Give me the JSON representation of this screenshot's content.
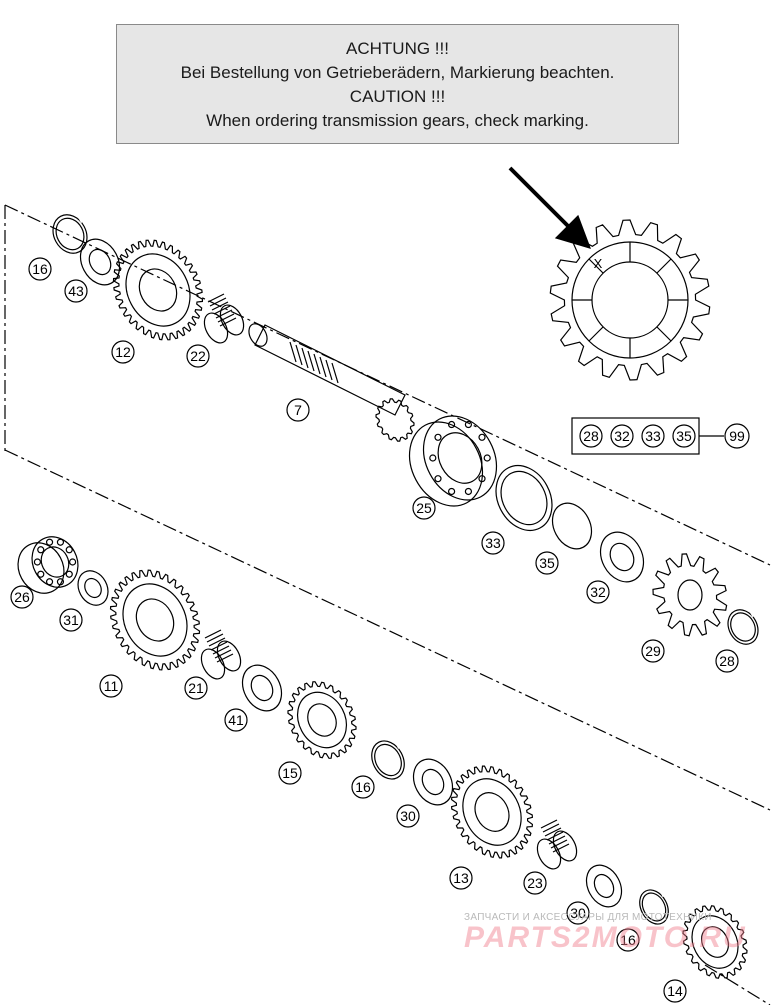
{
  "caution": {
    "line1": "ACHTUNG !!!",
    "line2": "Bei Bestellung von Getrieberädern, Markierung beachten.",
    "line3": "CAUTION !!!",
    "line4": "When ordering transmission gears, check marking."
  },
  "marking_symbol": "X",
  "kit": {
    "items": [
      "28",
      "32",
      "33",
      "35"
    ],
    "ref": "99"
  },
  "parts": [
    {
      "label": "16"
    },
    {
      "label": "43"
    },
    {
      "label": "12"
    },
    {
      "label": "22"
    },
    {
      "label": "7"
    },
    {
      "label": "25"
    },
    {
      "label": "33"
    },
    {
      "label": "35"
    },
    {
      "label": "32"
    },
    {
      "label": "29"
    },
    {
      "label": "28"
    },
    {
      "label": "26"
    },
    {
      "label": "31"
    },
    {
      "label": "11"
    },
    {
      "label": "21"
    },
    {
      "label": "41"
    },
    {
      "label": "15"
    },
    {
      "label": "16"
    },
    {
      "label": "30"
    },
    {
      "label": "13"
    },
    {
      "label": "23"
    },
    {
      "label": "30"
    },
    {
      "label": "16"
    },
    {
      "label": "14"
    }
  ],
  "watermark": {
    "tagline": "ЗАПЧАСТИ И АКСЕССУАРЫ ДЛЯ МОТОТЕХНИКИ",
    "logo": "PARTS2MOTO.RU"
  },
  "colors": {
    "line": "#000000",
    "box_fill": "#e6e6e6",
    "watermark": "#f07c8c"
  }
}
